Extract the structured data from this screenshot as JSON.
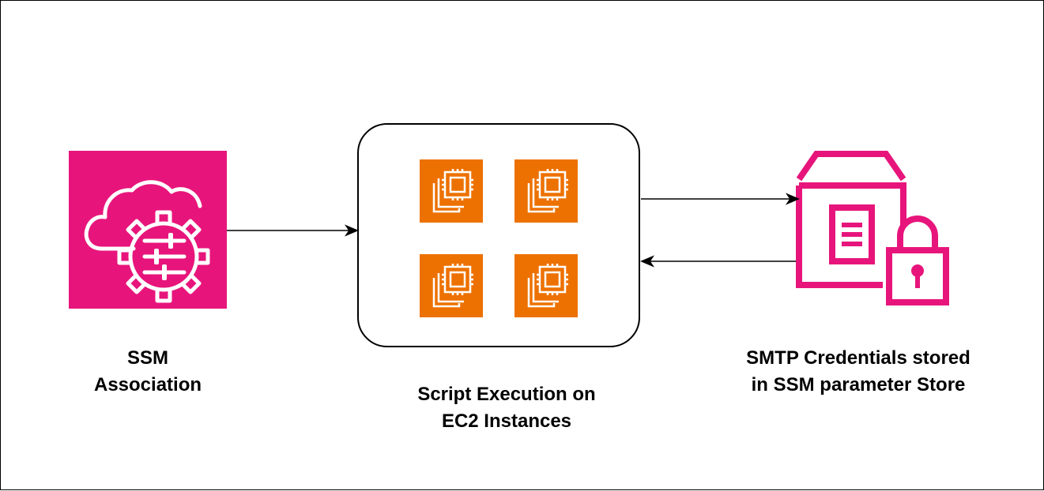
{
  "nodes": {
    "ssm_association": {
      "label_line1": "SSM",
      "label_line2": "Association",
      "icon": "systems-manager-icon",
      "color": "#E7157B"
    },
    "ec2_group": {
      "label_line1": "Script Execution on",
      "label_line2": "EC2 Instances",
      "instance_icon": "ec2-instance-icon",
      "instance_count": 4,
      "color": "#ED7100"
    },
    "parameter_store": {
      "label_line1": "SMTP Credentials stored",
      "label_line2": "in SSM parameter Store",
      "icon": "parameter-store-icon",
      "color": "#E7157B"
    }
  },
  "edges": [
    {
      "from": "ssm_association",
      "to": "ec2_group"
    },
    {
      "from": "ec2_group",
      "to": "parameter_store"
    },
    {
      "from": "parameter_store",
      "to": "ec2_group"
    }
  ]
}
